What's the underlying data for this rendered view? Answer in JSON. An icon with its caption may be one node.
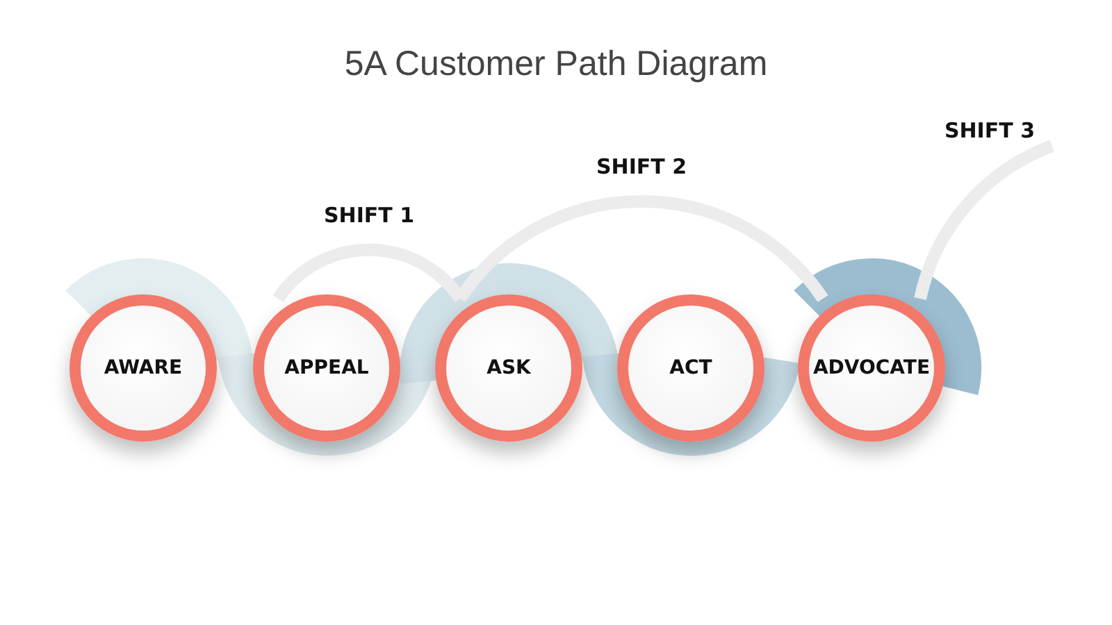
{
  "diagram": {
    "title": "5A Customer Path Diagram",
    "nodes": [
      {
        "text": [
          "AWARE"
        ]
      },
      {
        "text": [
          "APPEAL"
        ]
      },
      {
        "text": [
          "ASK"
        ]
      },
      {
        "text": [
          "ACT"
        ]
      },
      {
        "text": [
          "ADVOCATE"
        ]
      }
    ],
    "edges": [
      {
        "from": 1,
        "to": 2,
        "arrow": "none",
        "label": "SHIFT 1"
      },
      {
        "from": 2,
        "to": 4,
        "arrow": "none",
        "label": "SHIFT 2"
      },
      {
        "from": 4,
        "to": null,
        "arrow": "none",
        "label": "SHIFT 3"
      }
    ]
  }
}
